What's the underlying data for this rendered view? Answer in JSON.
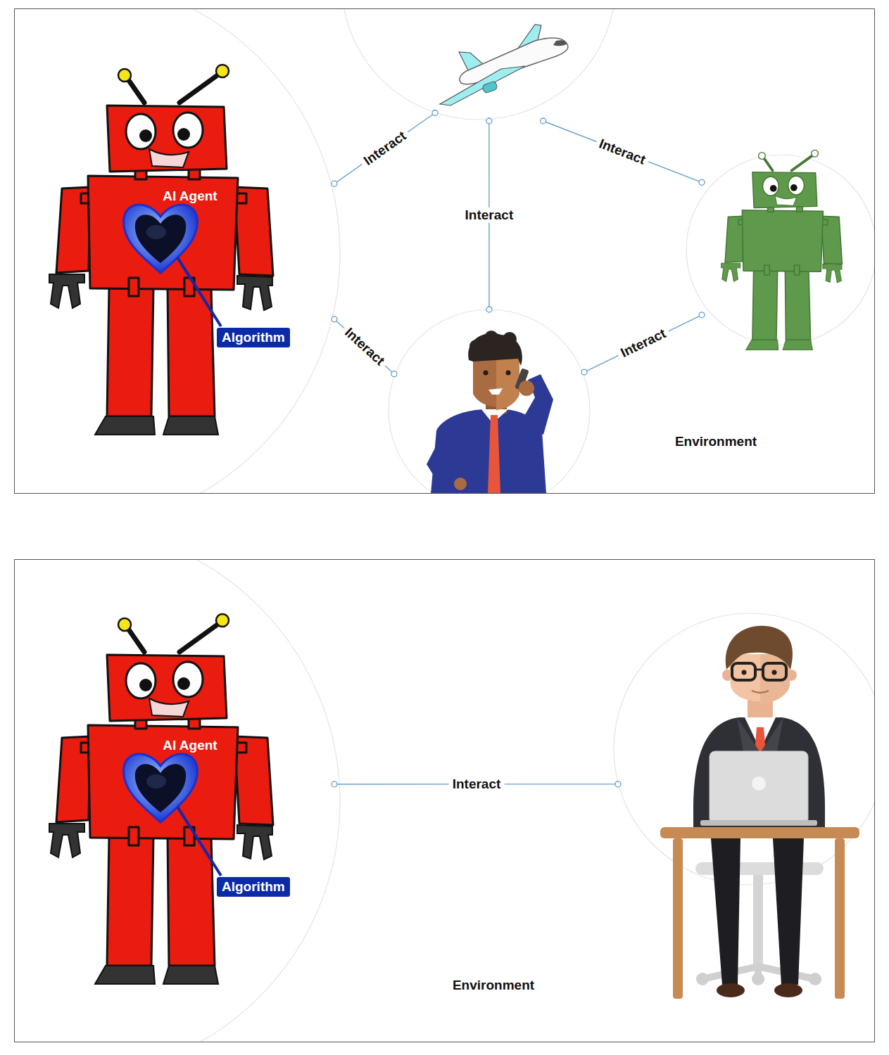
{
  "diagram": {
    "nodes": [
      {
        "text": [
          "Environment"
        ]
      },
      {
        "text": [
          "AI Agent",
          "Algorithm"
        ],
        "in": 0
      },
      {
        "text": [],
        "in": 0
      },
      {
        "text": [],
        "in": 0
      },
      {
        "text": [],
        "in": 0
      },
      {
        "text": [
          "Environment"
        ]
      },
      {
        "text": [
          "AI Agent",
          "Algorithm"
        ],
        "in": 5
      },
      {
        "text": [],
        "in": 5
      }
    ],
    "edges": [
      {
        "from": 1,
        "to": 2,
        "label": "Interact",
        "arrow": "none"
      },
      {
        "from": 2,
        "to": 4,
        "label": "Interact",
        "arrow": "none"
      },
      {
        "from": 2,
        "to": 3,
        "label": "Interact",
        "arrow": "none"
      },
      {
        "from": 1,
        "to": 4,
        "label": "Interact",
        "arrow": "none"
      },
      {
        "from": 4,
        "to": 3,
        "label": "Interact",
        "arrow": "none"
      },
      {
        "from": 6,
        "to": 7,
        "label": "Interact",
        "arrow": "none"
      }
    ]
  }
}
